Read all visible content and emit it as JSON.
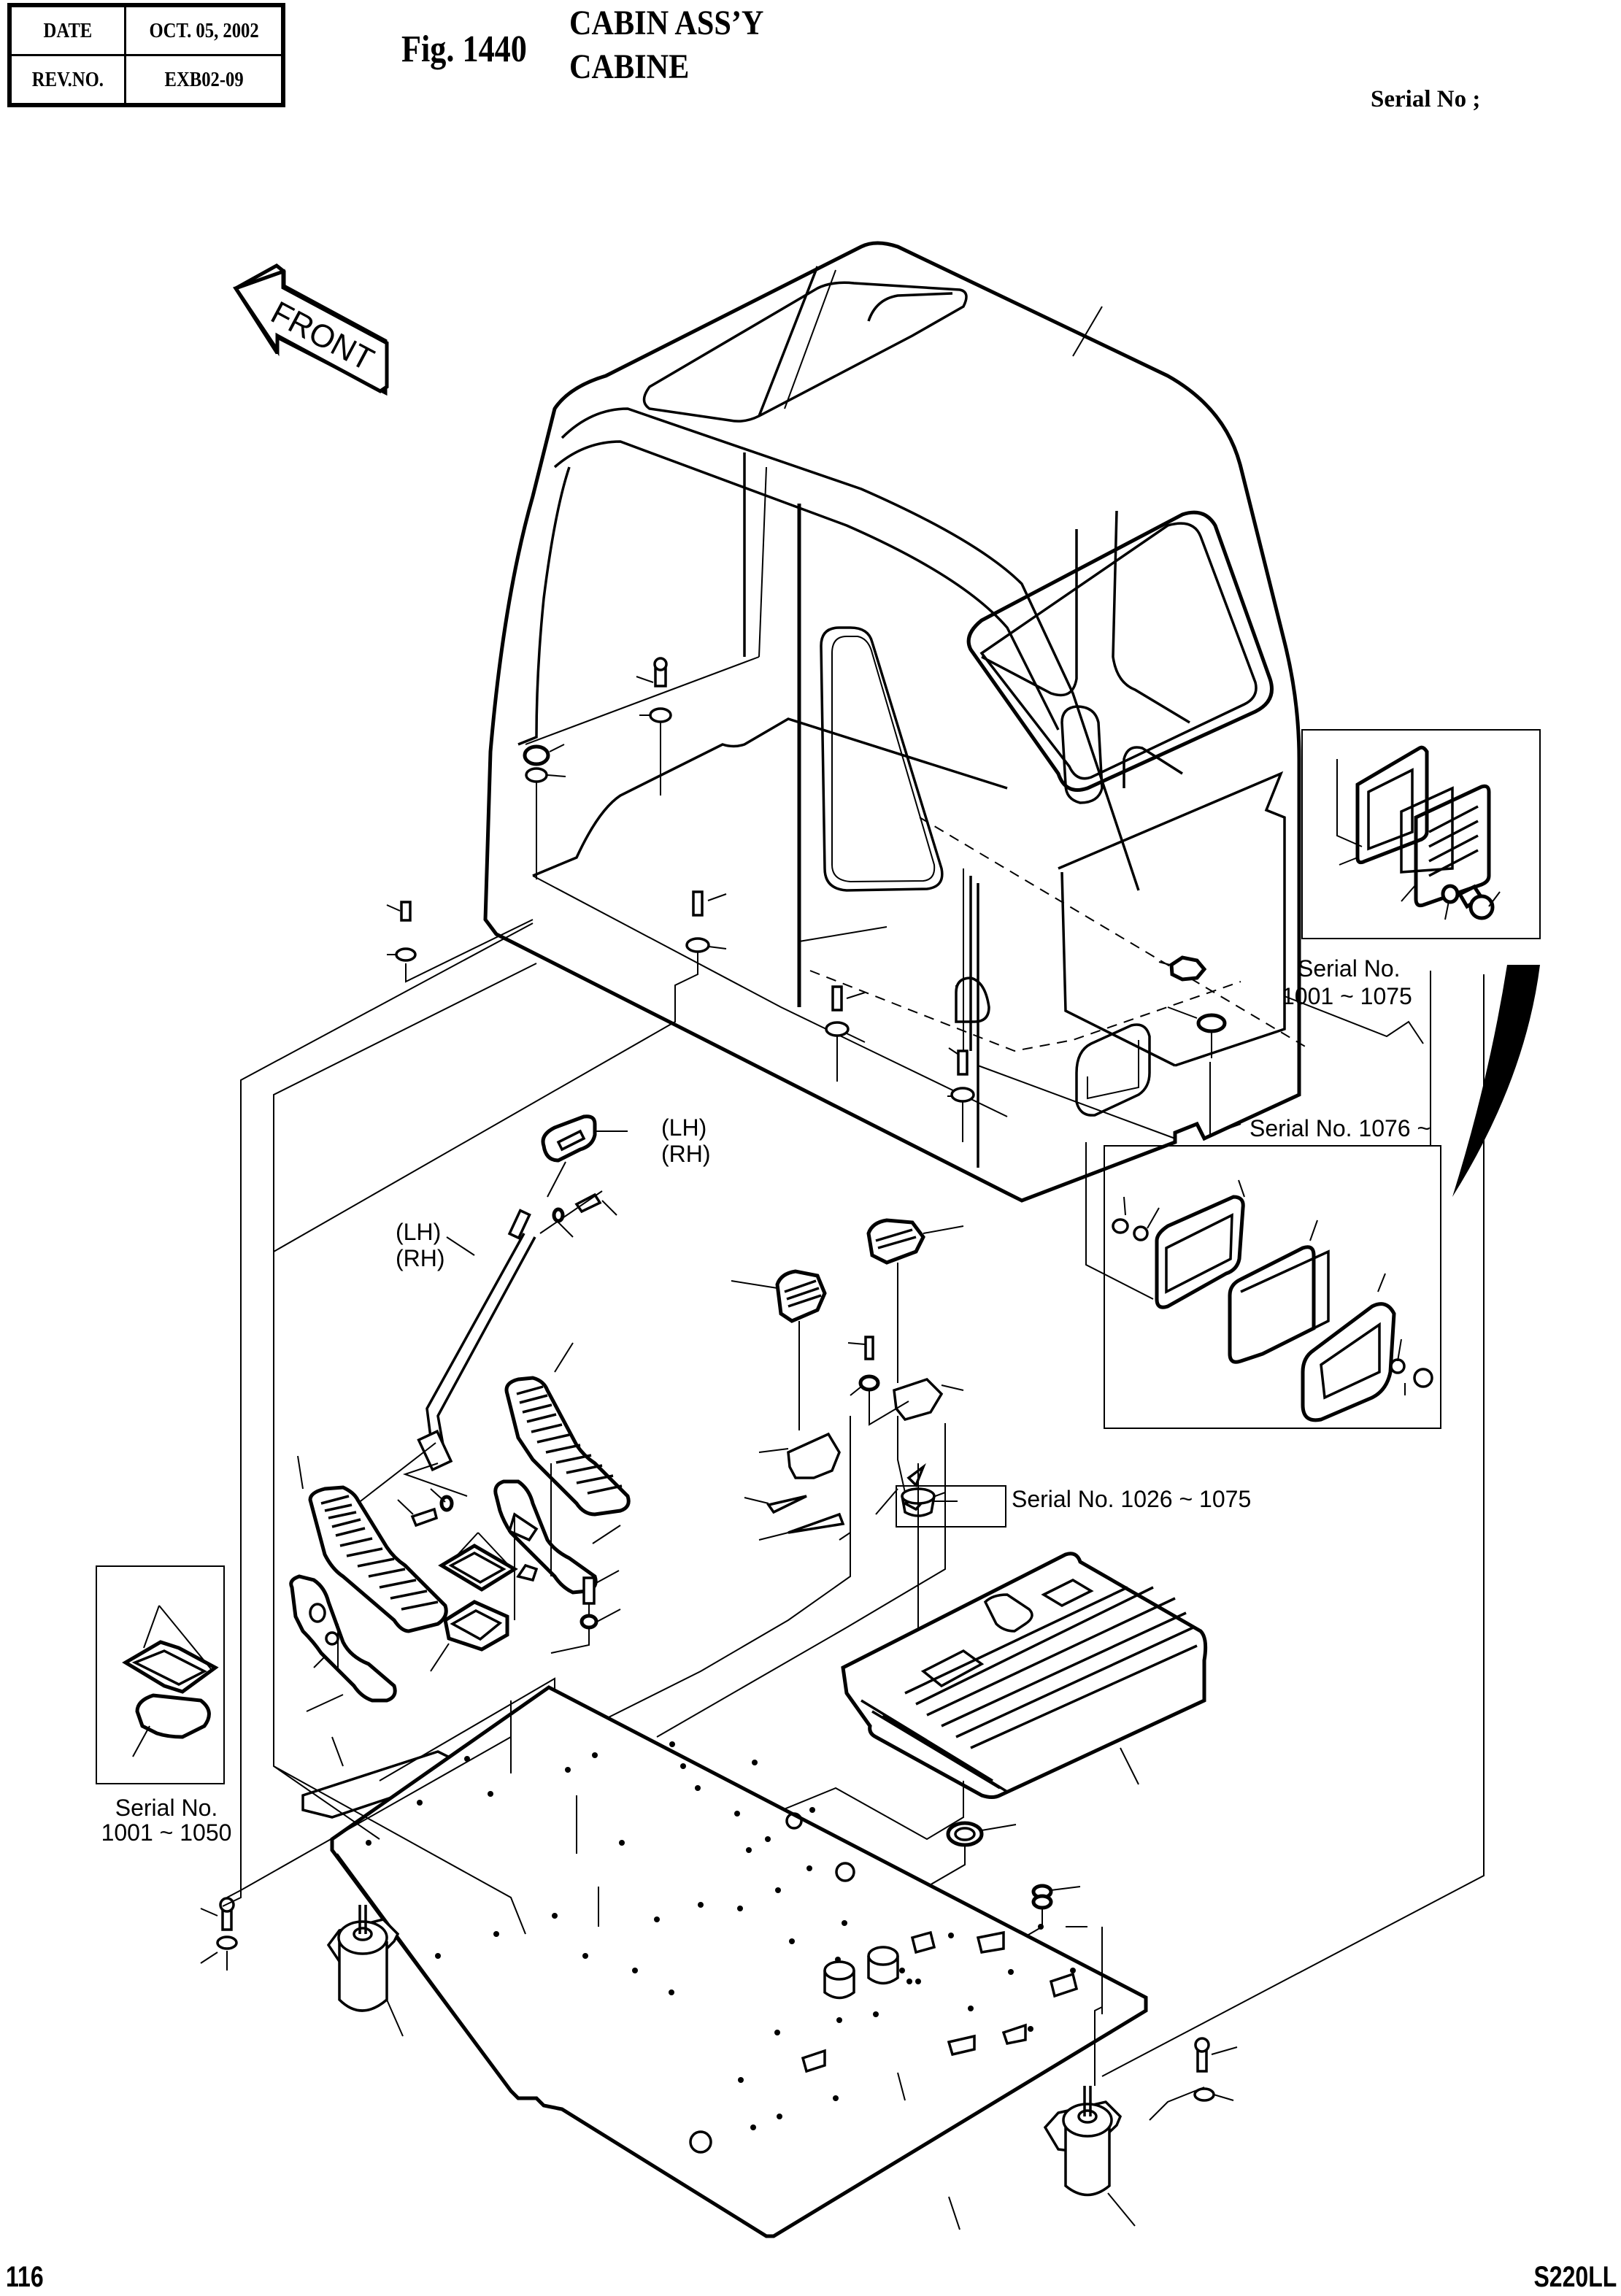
{
  "header": {
    "info_table": [
      {
        "key": "DATE",
        "value": "OCT. 05, 2002"
      },
      {
        "key": "REV.NO.",
        "value": "EXB02-09"
      }
    ],
    "figure_number": "Fig. 1440",
    "title_en": "CABIN ASS’Y",
    "title_fr": "CABINE",
    "serial_label": "Serial No ;"
  },
  "diagram": {
    "front_arrow_label": "FRONT",
    "callouts": {
      "door_handle_side": {
        "line1": "(LH)",
        "line2": "(RH)"
      },
      "lever_side": {
        "line1": "(LH)",
        "line2": "(RH)"
      },
      "vent_early": {
        "line1": "Serial No.",
        "line2": "1001 ~ 1075"
      },
      "vent_late": {
        "line1": "Serial No. 1076 ~"
      },
      "plug": {
        "line1": "Serial No. 1026 ~ 1075"
      },
      "gasket": {
        "line1": "Serial No.",
        "line2": "1001 ~ 1050"
      }
    },
    "parts": [
      "cabin-frame",
      "front-arrow",
      "cabin-bolts",
      "cabin-nuts",
      "cabin-washers",
      "door-handle",
      "travel-lever",
      "travel-pedal-left",
      "travel-pedal-right",
      "pedal-brackets",
      "lever-knobs",
      "floor-plate",
      "floor-mat",
      "grommet",
      "plug",
      "mount-damper-left",
      "mount-damper-right",
      "vent-assy-early",
      "vent-assy-late",
      "gasket-kit"
    ]
  },
  "footer": {
    "page_number": "116",
    "model": "S220LL"
  }
}
